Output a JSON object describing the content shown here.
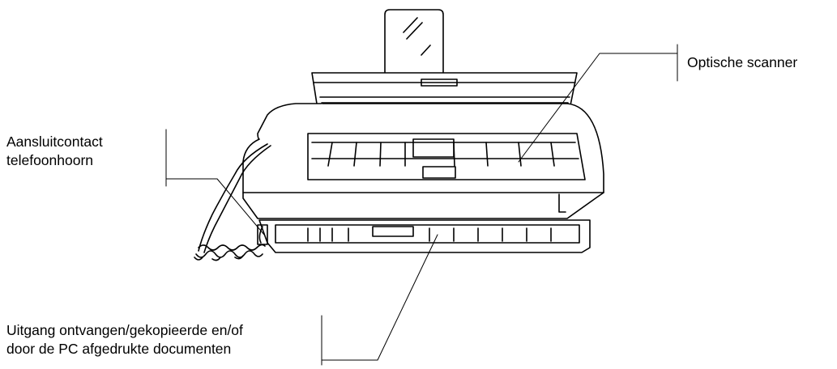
{
  "labels": {
    "optical_scanner": "Optische scanner",
    "handset_jack": [
      "Aansluitcontact",
      "telefoonhoorn"
    ],
    "document_output": [
      "Uitgang ontvangen/gekopieerde en/of",
      "door de PC afgedrukte documenten"
    ]
  }
}
